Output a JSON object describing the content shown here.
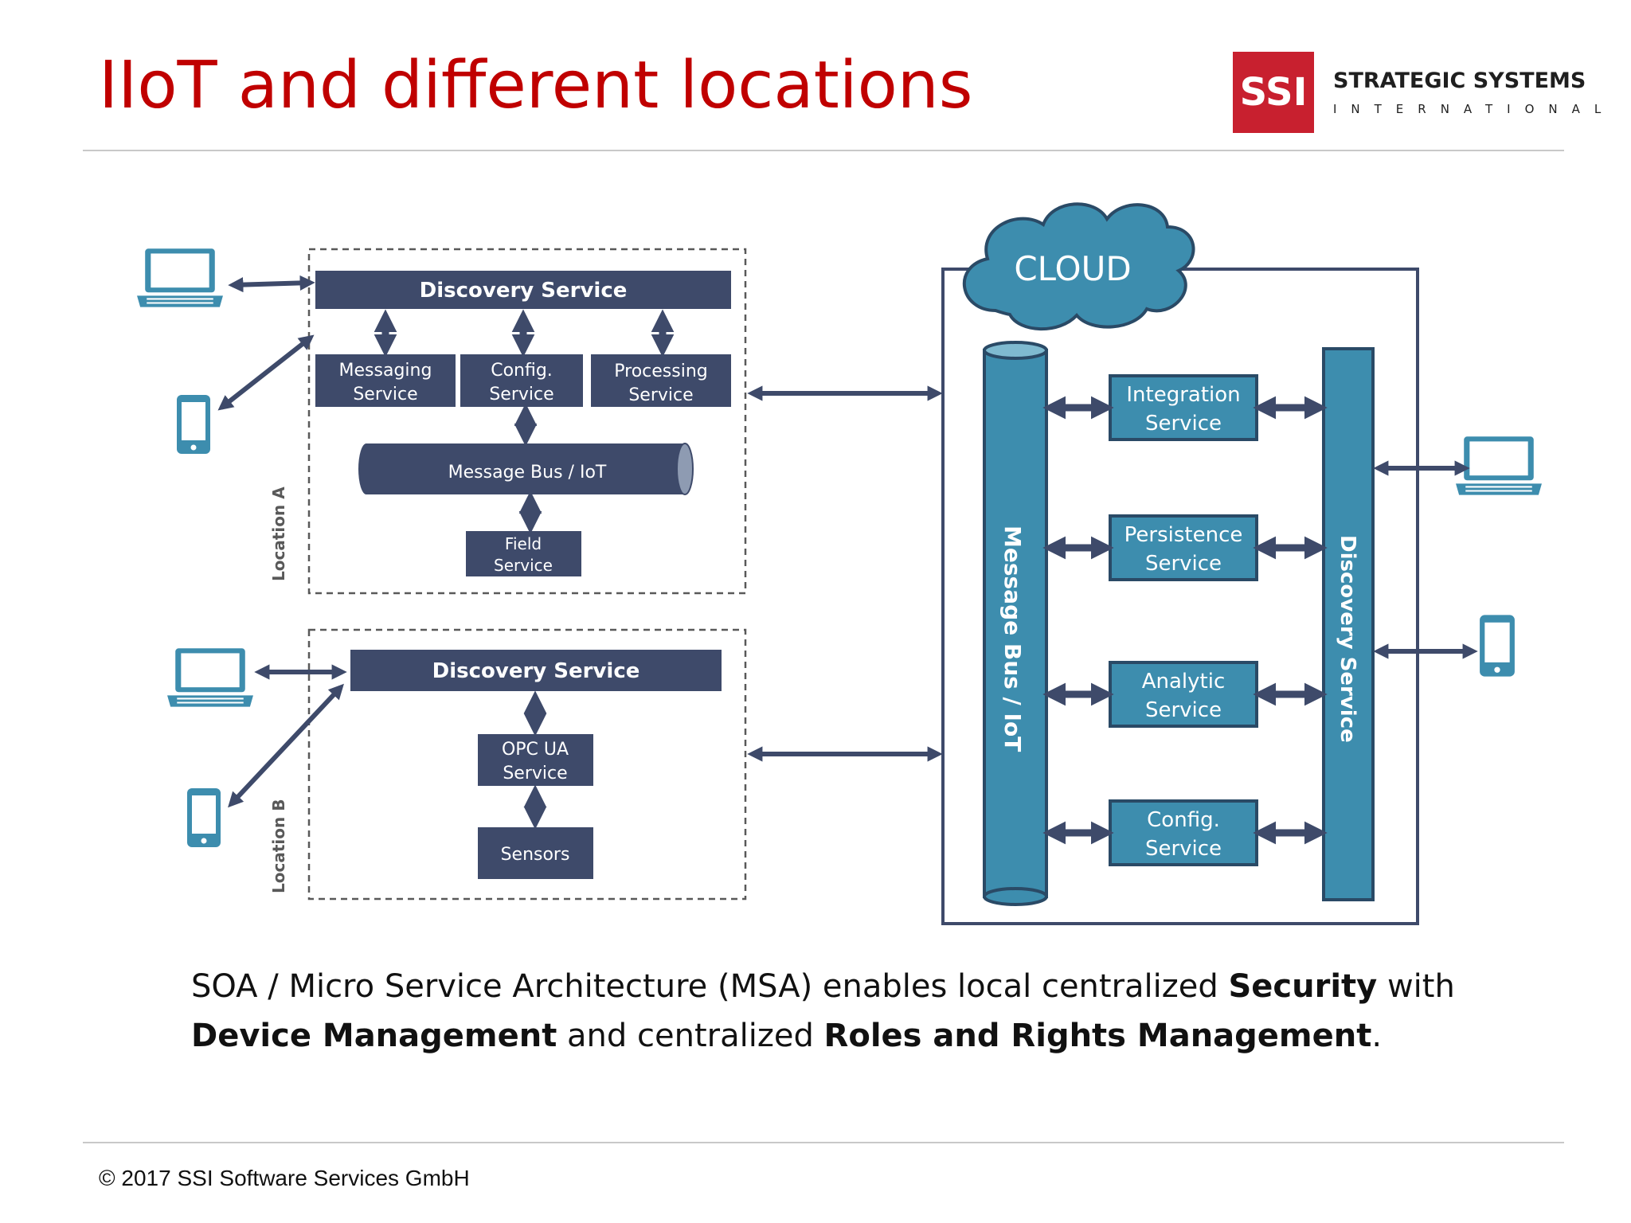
{
  "slide": {
    "title": "IIoT and different locations",
    "logo": {
      "mark": "SSI",
      "name": "STRATEGIC SYSTEMS",
      "sub": "INTERNATIONAL"
    },
    "footer": "© 2017 SSI Software Services GmbH"
  },
  "diagram": {
    "location_a": {
      "label": "Location A",
      "discovery": "Discovery Service",
      "messaging": [
        "Messaging",
        "Service"
      ],
      "config": [
        "Config.",
        "Service"
      ],
      "processing": [
        "Processing",
        "Service"
      ],
      "bus": "Message Bus / IoT",
      "field": [
        "Field",
        "Service"
      ]
    },
    "location_b": {
      "label": "Location B",
      "discovery": "Discovery Service",
      "opcua": [
        "OPC UA",
        "Service"
      ],
      "sensors": "Sensors"
    },
    "cloud": {
      "label": "CLOUD",
      "bus": "Message Bus / IoT",
      "discovery": "Discovery Service",
      "integration": [
        "Integration",
        "Service"
      ],
      "persistence": [
        "Persistence",
        "Service"
      ],
      "analytic": [
        "Analytic",
        "Service"
      ],
      "config": [
        "Config.",
        "Service"
      ]
    },
    "colors": {
      "navy": "#3e4a6a",
      "teal": "#3d8dae",
      "tealBorder": "#2a4a66",
      "arrow": "#3e4a6a"
    }
  },
  "caption": {
    "p1": "SOA / Micro Service Architecture (MSA) enables local centralized ",
    "b1": "Security",
    "p2": " with ",
    "b2": "Device Management",
    "p3": " and centralized ",
    "b3": "Roles and Rights Management",
    "p4": "."
  }
}
